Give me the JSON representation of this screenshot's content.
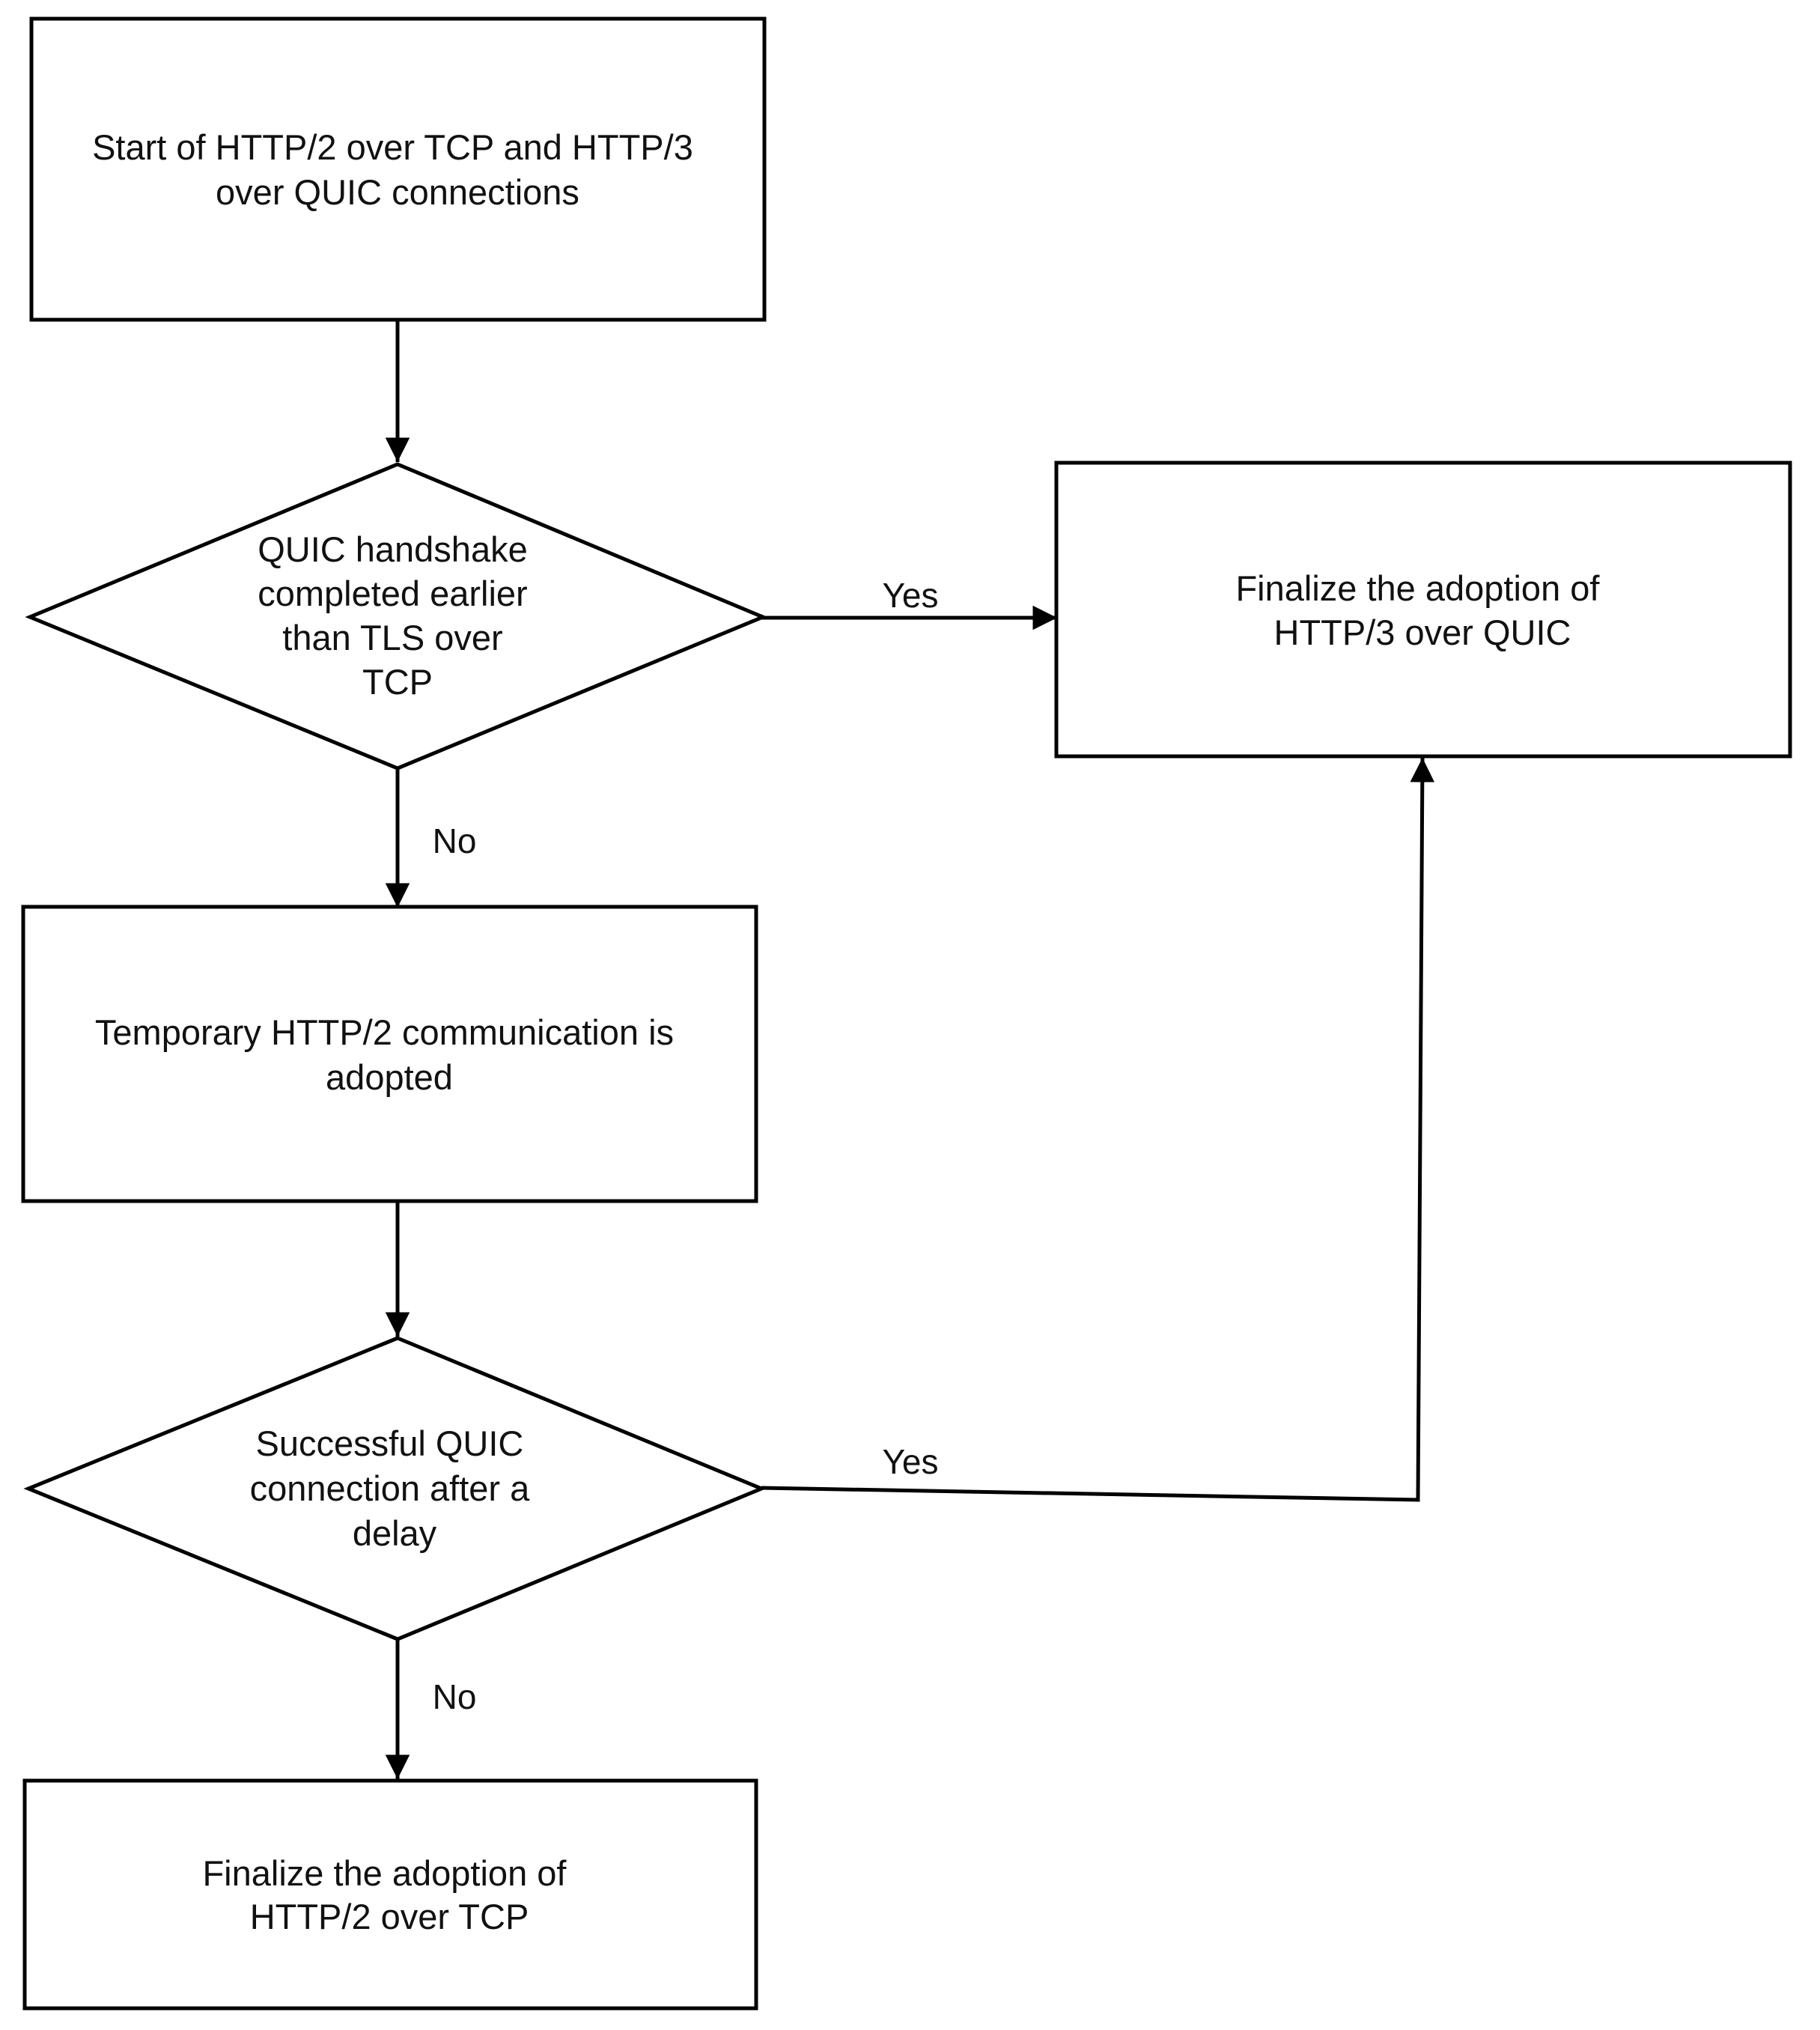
{
  "diagram": {
    "nodes": {
      "start": {
        "shape": "process",
        "lines": [
          "Start of HTTP/2 over TCP and HTTP/3",
          "over QUIC connections"
        ]
      },
      "decision_handshake": {
        "shape": "decision",
        "lines": [
          "QUIC handshake",
          "completed earlier",
          "than TLS over",
          "TCP"
        ]
      },
      "finalize_http3": {
        "shape": "process",
        "lines": [
          "Finalize the adoption of",
          "HTTP/3 over QUIC"
        ]
      },
      "temporary_http2": {
        "shape": "process",
        "lines": [
          "Temporary HTTP/2 communication is",
          "adopted"
        ]
      },
      "decision_delay": {
        "shape": "decision",
        "lines": [
          "Successful QUIC",
          "connection after a",
          "delay"
        ]
      },
      "finalize_http2": {
        "shape": "process",
        "lines": [
          "Finalize the adoption of",
          "HTTP/2 over TCP"
        ]
      }
    },
    "edges": [
      {
        "from": "start",
        "to": "decision_handshake",
        "label": ""
      },
      {
        "from": "decision_handshake",
        "to": "finalize_http3",
        "label": "Yes"
      },
      {
        "from": "decision_handshake",
        "to": "temporary_http2",
        "label": "No"
      },
      {
        "from": "temporary_http2",
        "to": "decision_delay",
        "label": ""
      },
      {
        "from": "decision_delay",
        "to": "finalize_http3",
        "label": "Yes"
      },
      {
        "from": "decision_delay",
        "to": "finalize_http2",
        "label": "No"
      }
    ]
  }
}
